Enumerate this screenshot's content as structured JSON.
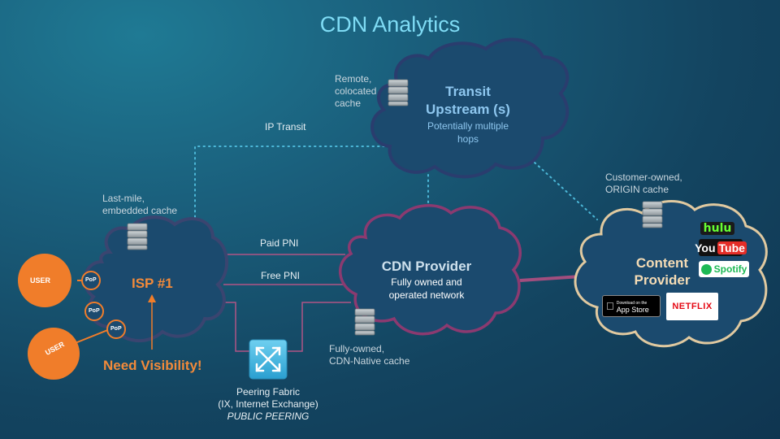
{
  "title": "CDN Analytics",
  "transit": {
    "title_line1": "Transit",
    "title_line2": "Upstream (s)",
    "sub_line1": "Potentially multiple",
    "sub_line2": "hops"
  },
  "remote_cache": {
    "line1": "Remote,",
    "line2": "colocated",
    "line3": "cache"
  },
  "ip_transit": "IP Transit",
  "last_mile": {
    "line1": "Last-mile,",
    "line2": "embedded cache"
  },
  "isp": {
    "title": "ISP #1"
  },
  "need_visibility": "Need Visibility!",
  "users": [
    {
      "label": "USER"
    },
    {
      "label": "USER"
    }
  ],
  "pops": [
    {
      "label": "PoP"
    },
    {
      "label": "PoP"
    },
    {
      "label": "PoP"
    }
  ],
  "links": {
    "paid_pni": "Paid PNI",
    "free_pni": "Free PNI"
  },
  "cdn": {
    "title": "CDN Provider",
    "sub_line1": "Fully owned and",
    "sub_line2": "operated network"
  },
  "cdn_cache": {
    "line1": "Fully-owned,",
    "line2": "CDN-Native cache"
  },
  "peering": {
    "line1": "Peering Fabric",
    "line2": "(IX, Internet Exchange)",
    "line3": "PUBLIC PEERING"
  },
  "origin_cache": {
    "line1": "Customer-owned,",
    "line2": "ORIGIN cache"
  },
  "content": {
    "title_line1": "Content",
    "title_line2": "Provider"
  },
  "logos": {
    "hulu": "hulu",
    "youtube_you": "You",
    "youtube_tube": "Tube",
    "spotify": "Spotify",
    "appstore_small": "Download on the",
    "appstore_big": "App Store",
    "netflix": "NETFLIX"
  },
  "colors": {
    "accent_orange": "#f07d2a",
    "cloud_fill": "#1b4a6e",
    "transit_stroke": "#2a3d6e",
    "isp_stroke": "#3a4570",
    "cdn_stroke": "#8b3a70",
    "content_stroke": "#e0c9a0",
    "link_pink": "#b05585",
    "dotted_blue": "#4cb8d8"
  }
}
